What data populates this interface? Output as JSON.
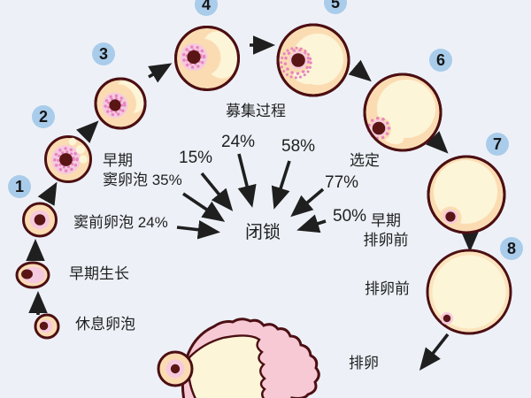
{
  "palette": {
    "background": "#edf1f7",
    "follicle_peach": "#fbdcb2",
    "antrum_cream": "#fcf5d8",
    "outline_maroon": "#4c0f13",
    "oocyte_maroon": "#5a1515",
    "granulosa_pink": "#f6cade",
    "granulosa_dot_pink": "#e783c0",
    "ovulating_pink": "#f6c9d5",
    "badge_blue": "#a9cceb",
    "text_black": "#1f1f1f"
  },
  "badges": [
    "1",
    "2",
    "3",
    "4",
    "5",
    "6",
    "7",
    "8"
  ],
  "labels": {
    "resting_follicle": "休息卵泡",
    "early_growth": "早期生长",
    "preantral_follicle": "窦前卵泡 24%",
    "early_antral_line1": "早期",
    "early_antral_line2": "窦卵泡 35%",
    "recruitment": "募集过程",
    "selection": "选定",
    "early_preovulatory_line1": "早期",
    "early_preovulatory_line2": "排卵前",
    "preovulatory": "排卵前",
    "ovulation": "排卵",
    "atresia": "闭锁"
  },
  "atresia_percentages": [
    "15%",
    "24%",
    "58%",
    "77%",
    "50%"
  ]
}
